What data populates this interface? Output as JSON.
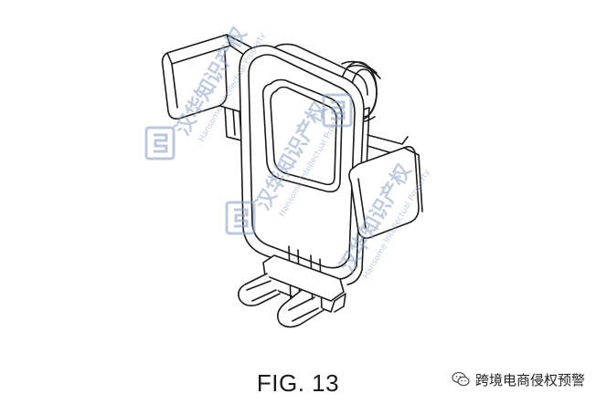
{
  "figure": {
    "caption": "FIG. 13"
  },
  "watermark": {
    "brand_cn": "汉华知识产权",
    "brand_en": "Hansome Intellectual Property",
    "color": "#8fa2c4",
    "logo_icon": "hansome-logo-icon"
  },
  "source_tag": {
    "icon": "wechat-icon",
    "account_name": "跨境电商侵权预警"
  }
}
